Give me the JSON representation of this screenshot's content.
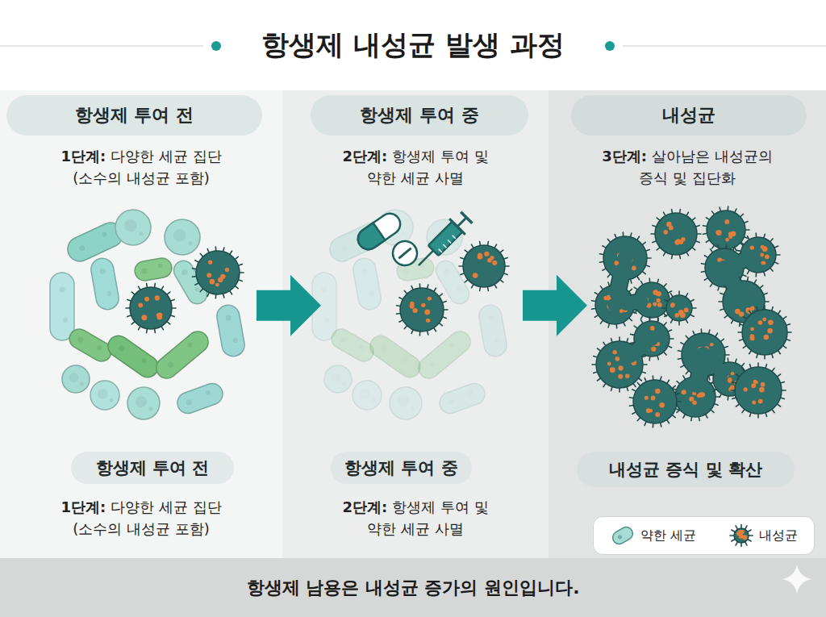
{
  "diagram": {
    "title": "항생제 내성균 발생 과정",
    "caption": "항생제 남용은 내성균 증가의 원인입니다.",
    "nodes": [
      {
        "text": [
          "1단계:",
          "다양한 세균 집단 (소수의 내성균 포함)",
          "1단계:",
          "다양한 세균 집단 (소수의 내성균 포함)"
        ]
      },
      {
        "text": [
          "항생제 투여 전"
        ],
        "in": 0
      },
      {
        "text": [
          "항생제 투여 전"
        ],
        "in": 0
      },
      {
        "text": [
          "2단계:",
          "항생제 투여 및 약한 세균 사멸",
          "2단계:",
          "항생제 투여 및 약한 세균 사멸"
        ]
      },
      {
        "text": [
          "항생제 투여 중"
        ],
        "in": 3
      },
      {
        "text": [
          "항생제 투여 중"
        ],
        "in": 3
      },
      {
        "text": [
          "3단계:",
          "살아남은 내성균의 증식 및 집단화"
        ]
      },
      {
        "text": [
          "내성균"
        ],
        "in": 6
      },
      {
        "text": [
          "내성균 증식 및 확산"
        ],
        "in": 6
      }
    ],
    "edges": [
      {
        "from": 0,
        "to": 3,
        "arrow": "to"
      },
      {
        "from": 3,
        "to": 6,
        "arrow": "to"
      }
    ],
    "legend": [
      {
        "text": "약한 세균"
      },
      {
        "text": "내성균"
      }
    ]
  }
}
